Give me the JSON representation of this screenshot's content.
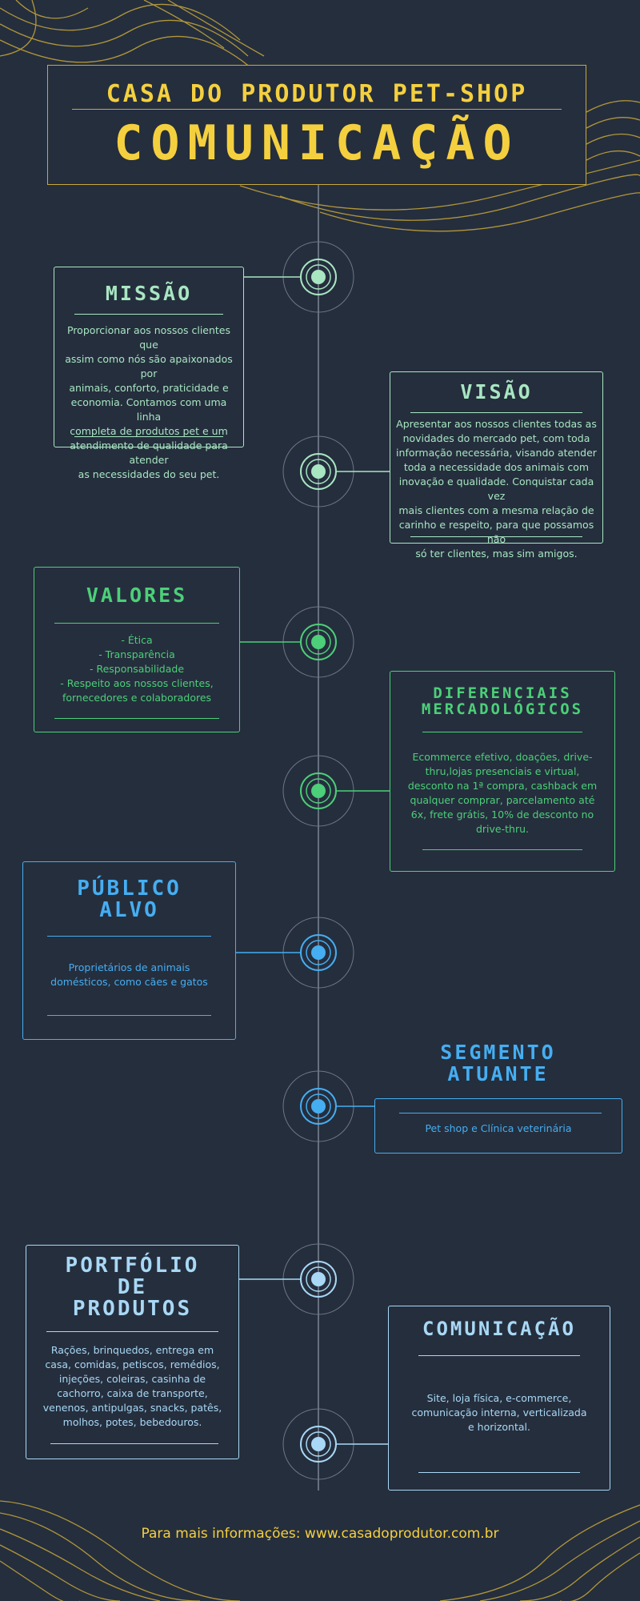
{
  "header": {
    "subtitle": "CASA DO PRODUTOR PET-SHOP",
    "title": "COMUNICAÇÃO"
  },
  "colors": {
    "background": "#252e3d",
    "gold": "#f4d03f",
    "mint": "#a8e6c2",
    "green": "#4ccf78",
    "blue": "#45aef2",
    "light_blue": "#a8d8f5"
  },
  "missao": {
    "title": "MISSÃO",
    "lines": [
      "Proporcionar aos nossos clientes que",
      "assim como nós são apaixonados por",
      "animais, conforto, praticidade e",
      "economia. Contamos com uma linha",
      "completa de produtos pet e um",
      "atendimento de qualidade para atender",
      "as necessidades do seu pet."
    ]
  },
  "visao": {
    "title": "VISÃO",
    "lines": [
      "Apresentar aos nossos clientes todas as",
      "novidades do mercado pet, com toda",
      "informação necessária, visando atender",
      "toda a necessidade dos animais com",
      "inovação e qualidade. Conquistar cada vez",
      "mais clientes com a mesma relação de",
      "carinho e respeito, para que possamos não",
      "só ter clientes, mas sim amigos."
    ]
  },
  "valores": {
    "title": "VALORES",
    "lines": [
      "- Ética",
      "- Transparência",
      "- Responsabilidade",
      "- Respeito aos nossos clientes,",
      "fornecedores e colaboradores"
    ]
  },
  "diferenciais": {
    "title_line1": "DIFERENCIAIS",
    "title_line2": "MERCADOLÓGICOS",
    "lines": [
      "Ecommerce efetivo, doações, drive-",
      "thru,lojas presenciais e virtual,",
      "desconto na 1ª compra, cashback em",
      "qualquer comprar, parcelamento até",
      "6x, frete grátis, 10% de desconto no",
      "drive-thru."
    ]
  },
  "publico": {
    "title_line1": "PÚBLICO",
    "title_line2": "ALVO",
    "lines": [
      "Proprietários de animais",
      "domésticos, como cães e gatos"
    ]
  },
  "segmento": {
    "title_line1": "SEGMENTO",
    "title_line2": "ATUANTE",
    "text": "Pet shop e Clínica veterinária"
  },
  "portfolio": {
    "title_line1": "PORTFÓLIO",
    "title_line2": "DE",
    "title_line3": "PRODUTOS",
    "lines": [
      "Rações, brinquedos, entrega em",
      "casa, comidas, petiscos, remédios,",
      "injeções, coleiras, casinha de",
      "cachorro, caixa de transporte,",
      "venenos, antipulgas, snacks, patês,",
      "molhos, potes, bebedouros."
    ]
  },
  "comunicacao": {
    "title": "COMUNICAÇÃO",
    "lines": [
      "Site, loja física, e-commerce,",
      "comunicação interna, verticalizada",
      "e horizontal."
    ]
  },
  "footer": {
    "text": "Para mais informações: www.casadoprodutor.com.br"
  }
}
